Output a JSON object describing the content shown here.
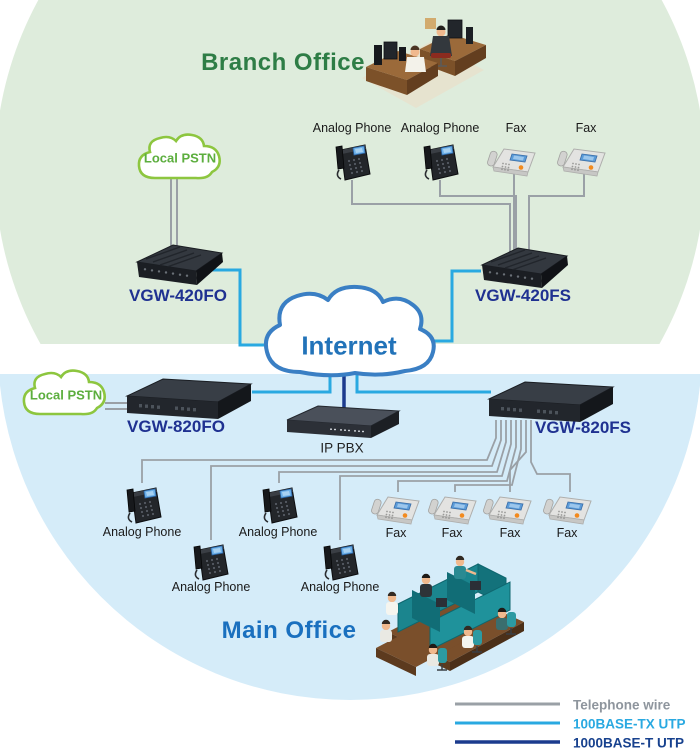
{
  "diagram": {
    "branch": {
      "title": "Branch Office",
      "pstn_label": "Local PSTN",
      "gateway_fo": "VGW-420FO",
      "gateway_fs": "VGW-420FS",
      "endpoints": [
        {
          "label": "Analog Phone"
        },
        {
          "label": "Analog Phone"
        },
        {
          "label": "Fax"
        },
        {
          "label": "Fax"
        }
      ]
    },
    "internet": {
      "label": "Internet"
    },
    "main": {
      "title": "Main Office",
      "pstn_label": "Local PSTN",
      "gateway_fo": "VGW-820FO",
      "gateway_fs": "VGW-820FS",
      "ippbx_label": "IP PBX",
      "phones": [
        {
          "label": "Analog Phone"
        },
        {
          "label": "Analog Phone"
        },
        {
          "label": "Analog Phone"
        },
        {
          "label": "Analog Phone"
        }
      ],
      "faxes": [
        {
          "label": "Fax"
        },
        {
          "label": "Fax"
        },
        {
          "label": "Fax"
        },
        {
          "label": "Fax"
        }
      ]
    },
    "legend": [
      {
        "label": "Telephone wire",
        "color": "#8e959d"
      },
      {
        "label": "100BASE-TX UTP",
        "color": "#29a9e1"
      },
      {
        "label": "1000BASE-T UTP",
        "color": "#17418e"
      }
    ],
    "colors": {
      "branch_bg": "#deecdc",
      "main_bg": "#d5ecf9",
      "branch_title": "#2e7d46",
      "main_title": "#1a70bf",
      "device_label": "#1f3191",
      "internet_text": "#2273b9",
      "internet_cloud_border": "#3a7fc4",
      "pstn_cloud_border": "#8dc63f",
      "pstn_text": "#5cae3e",
      "telephone_wire": "#9aa0a6",
      "utp100_wire": "#29a9e1",
      "utp1000_wire": "#1c3b8e"
    }
  }
}
